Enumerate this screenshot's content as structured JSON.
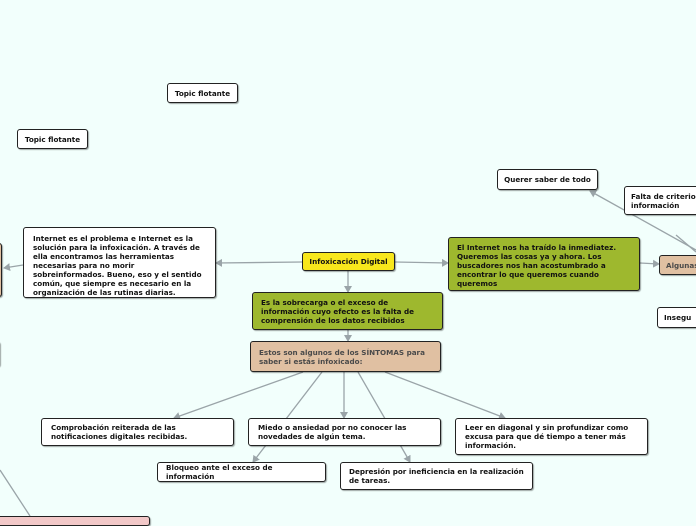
{
  "map": {
    "central": "Infoxicación Digital",
    "floating_1": "Topic flotante",
    "floating_2": "Topic flotante",
    "left_note": "Internet es el problema e Internet es la solución para la infoxicación. A través de ella encontramos las herramientas necesarias para no morir sobreinformados. Bueno, eso y el sentido común, que siempre es necesario en la organización de las rutinas diarias.",
    "right_note": "El Internet nos ha traído la inmediatez. Queremos las cosas ya y ahora. Los buscadores nos han acostumbrado a encontrar lo que queremos cuando queremos",
    "definition": "Es la sobrecarga o el exceso de información cuyo efecto es la falta de comprensión de los datos recibidos",
    "symptoms_title": "Estos son algunos de los SÍNTOMAS para saber si estás infoxicado:",
    "symptoms": [
      "Comprobación reiterada de las notificaciones digitales recibidas.",
      "Miedo o ansiedad por no conocer las novedades de algún tema.",
      "Leer en diagonal y sin profundizar como excusa para que dé tiempo a tener más información.",
      "Bloqueo ante el exceso de información",
      "Depresión por ineficiencia en la realización de tareas."
    ],
    "far_right": {
      "want_all": "Querer saber de todo",
      "lack_criteria": "Falta de criterio información",
      "some": "Algunas",
      "insecure": "Insegu"
    }
  },
  "colors": {
    "background": "#f2fffc",
    "central": "#f8e71c",
    "green": "#9eb82e",
    "tan": "#e0c0a2",
    "pink": "#f2c8c8",
    "link": "#9aa4a8"
  }
}
